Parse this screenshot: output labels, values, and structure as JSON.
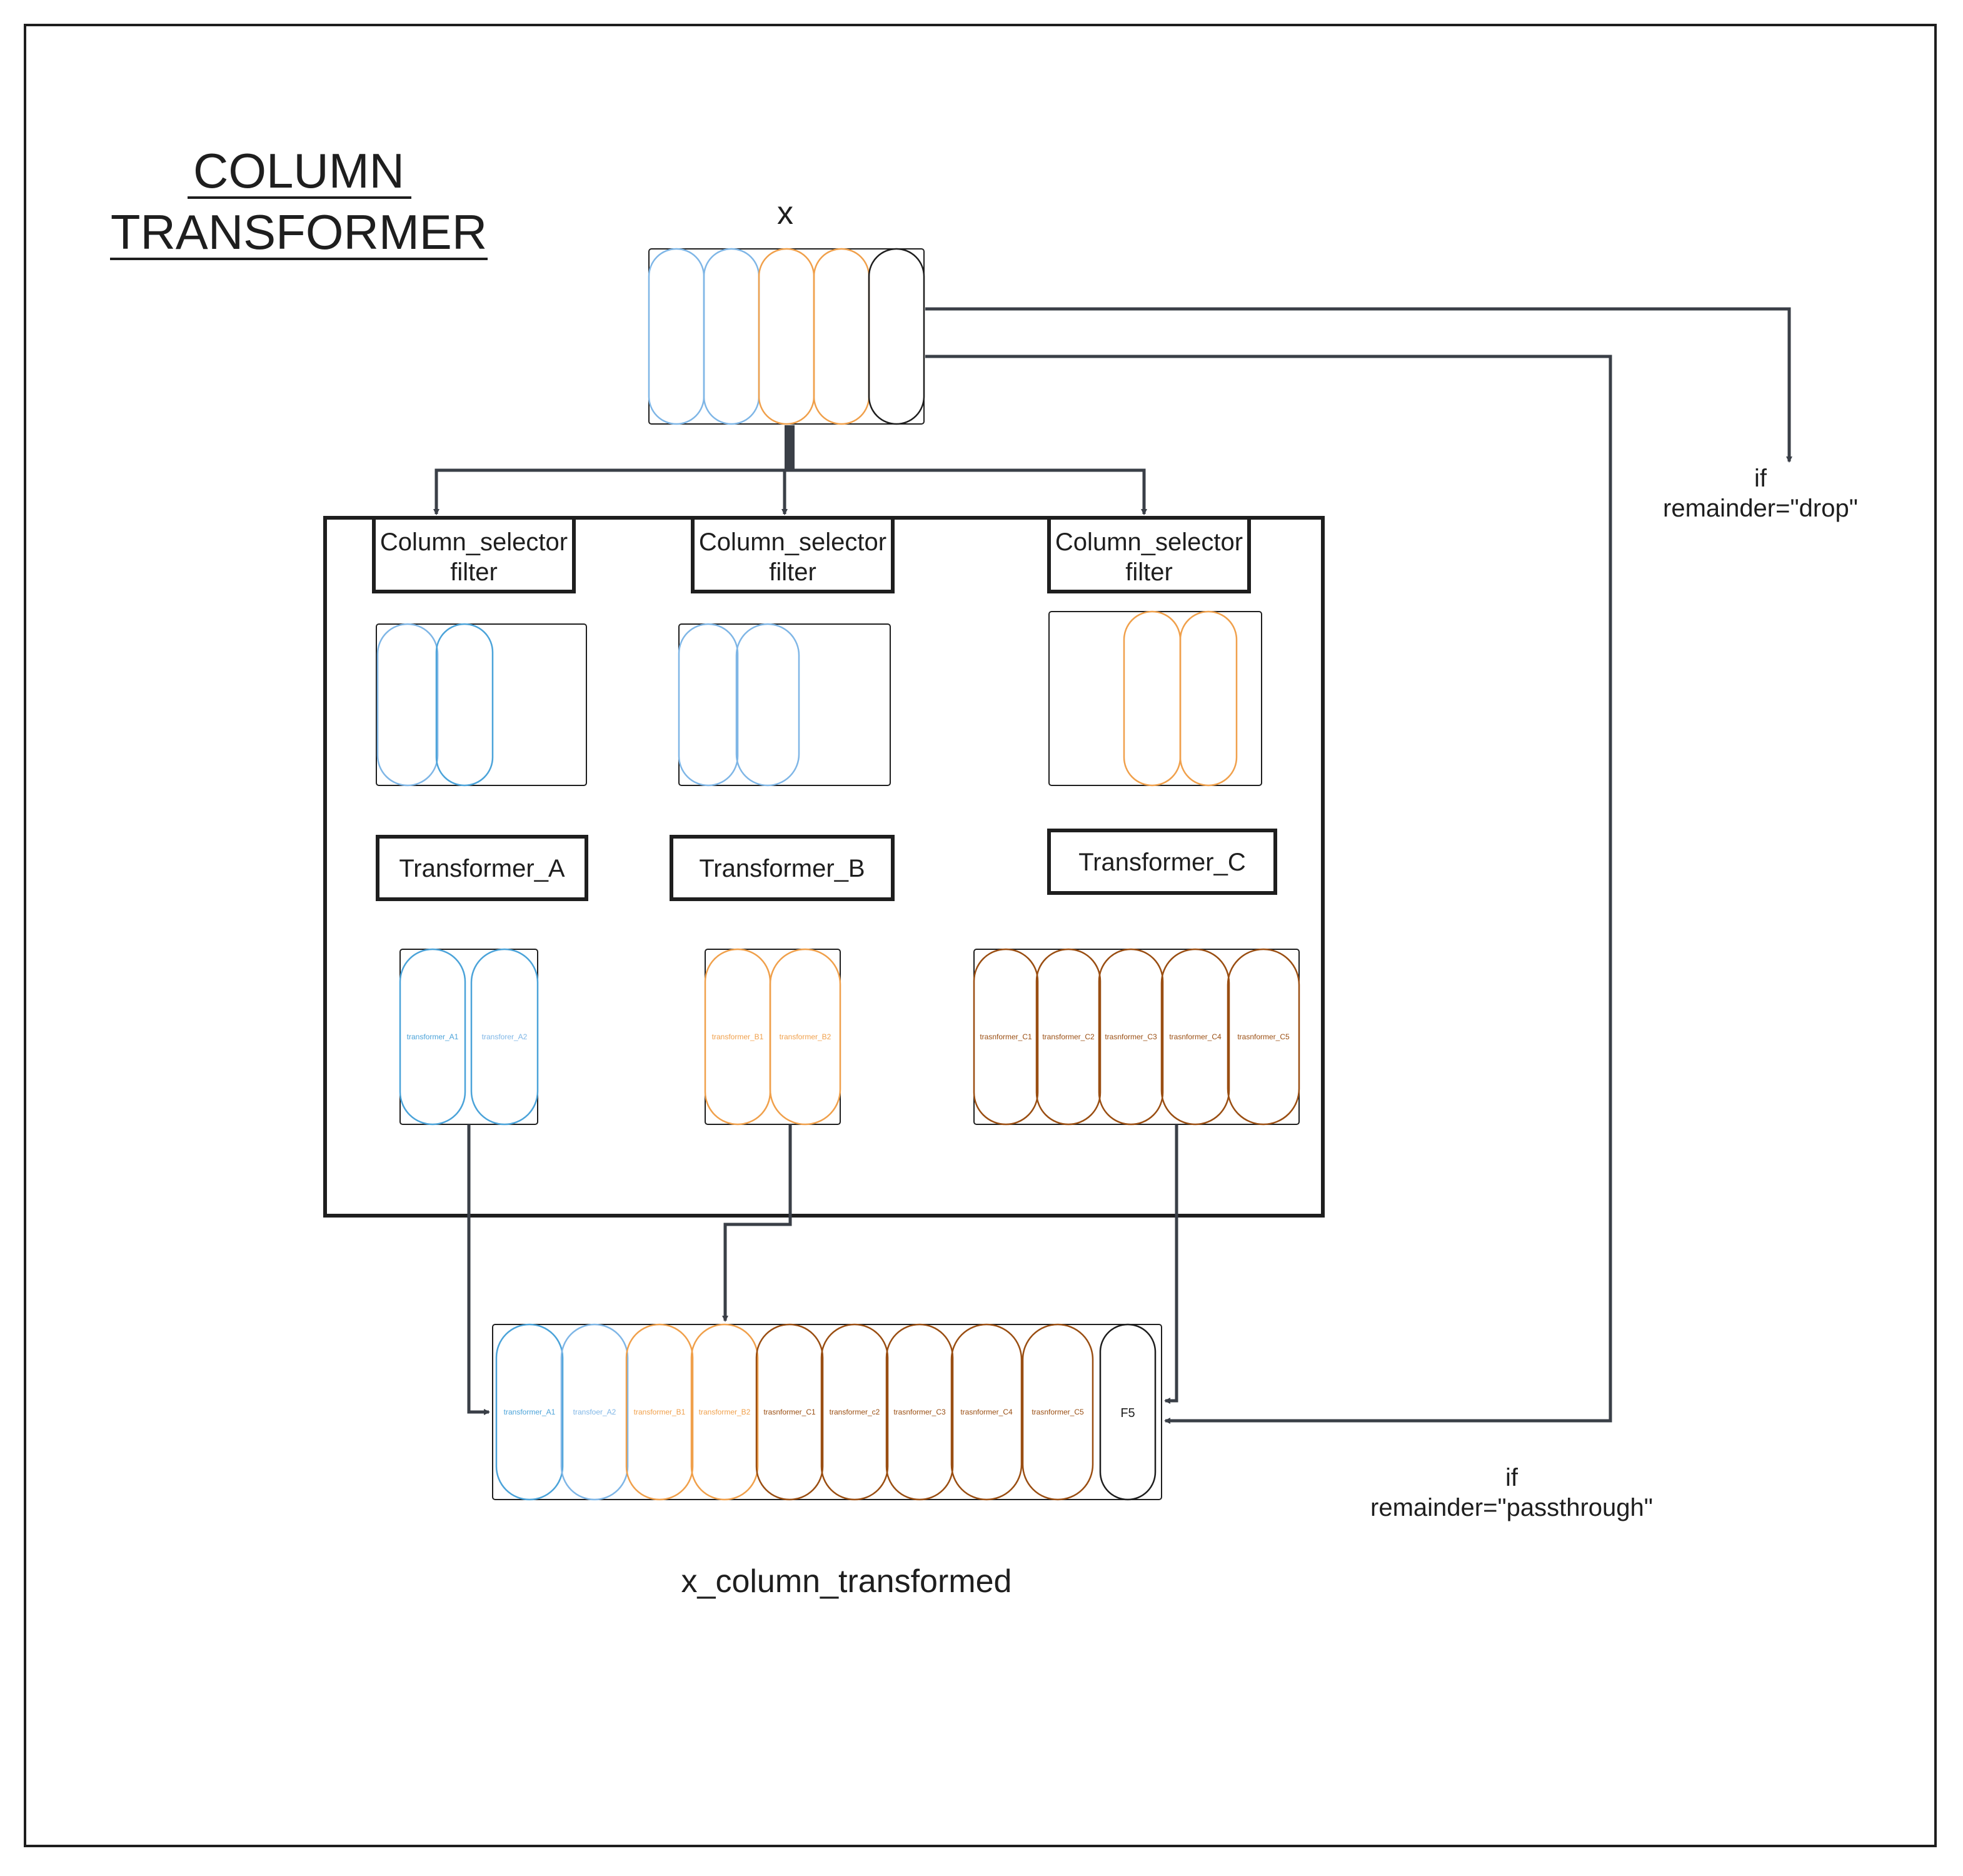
{
  "title": {
    "line1": "COLUMN",
    "line2": "TRANSFORMER"
  },
  "input": {
    "label": "x"
  },
  "selectors": [
    {
      "line1": "Column_selector",
      "line2": "filter"
    },
    {
      "line1": "Column_selector",
      "line2": "filter"
    },
    {
      "line1": "Column_selector",
      "line2": "filter"
    }
  ],
  "transformers": [
    "Transformer_A",
    "Transformer_B",
    "Transformer_C"
  ],
  "outputs": {
    "a": [
      "transformer_A1",
      "transforer_A2"
    ],
    "b": [
      "transformer_B1",
      "transformer_B2"
    ],
    "c": [
      "trasnformer_C1",
      "transformer_C2",
      "trasnformer_C3",
      "trasnformer_C4",
      "trasnformer_C5"
    ]
  },
  "final": {
    "columns": [
      "transformer_A1",
      "transfoer_A2",
      "transformer_B1",
      "transformer_B2",
      "trasnformer_C1",
      "transformer_c2",
      "trasnformer_C3",
      "trasnformer_C4",
      "trasnformer_C5",
      "F5"
    ],
    "label": "x_column_transformed"
  },
  "remainder_drop": {
    "line1": "if",
    "line2": "remainder=\"drop\""
  },
  "remainder_passthrough": {
    "line1": "if",
    "line2": "remainder=\"passthrough\""
  },
  "colors": {
    "blue": "#4ba3d9",
    "light_blue": "#7fb6e6",
    "orange": "#f0a04b",
    "brown": "#9a4e12",
    "black": "#1e1e1e",
    "arrow": "#3a3f47"
  }
}
